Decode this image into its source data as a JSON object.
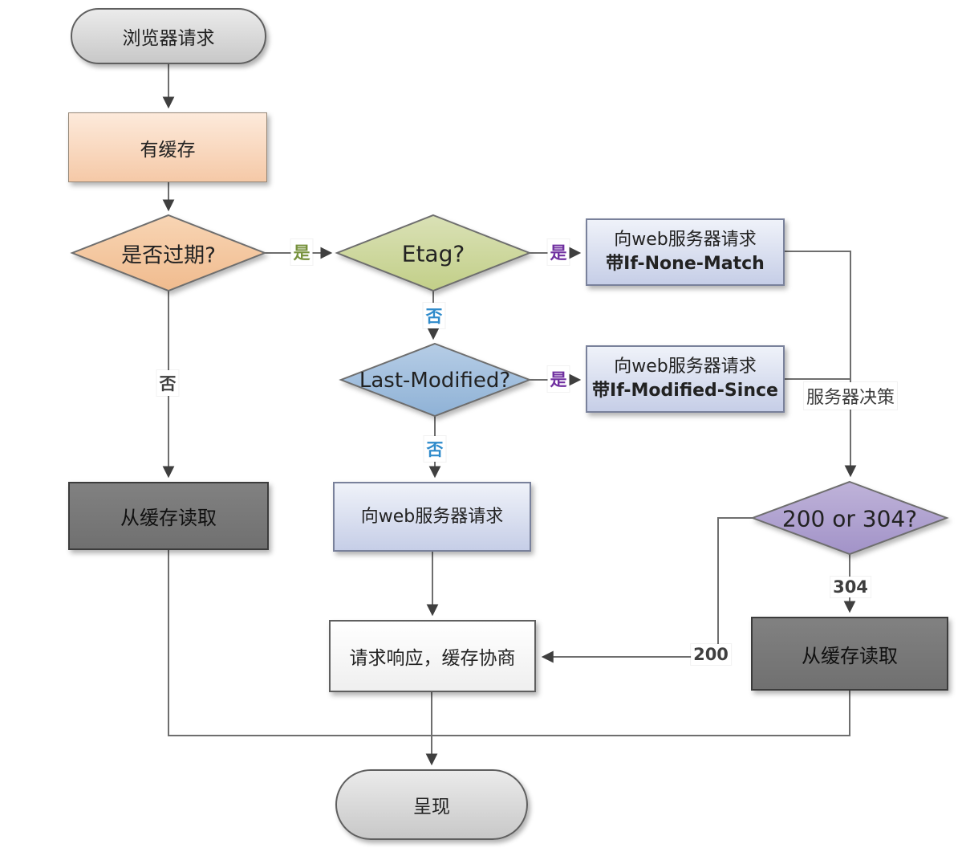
{
  "diagram": {
    "nodes": {
      "start": {
        "label": "浏览器请求"
      },
      "has_cache": {
        "label": "有缓存"
      },
      "expired": {
        "label": "是否过期?"
      },
      "etag": {
        "label": "Etag?"
      },
      "req_if_none_match": {
        "line1": "向web服务器请求",
        "line2": "带If-None-Match"
      },
      "last_modified": {
        "label": "Last-Modified?"
      },
      "req_if_modified_since": {
        "line1": "向web服务器请求",
        "line2": "带If-Modified-Since"
      },
      "read_cache_left": {
        "label": "从缓存读取"
      },
      "req_web_server": {
        "label": "向web服务器请求"
      },
      "status_decision": {
        "label": "200 or 304?"
      },
      "read_cache_right": {
        "label": "从缓存读取"
      },
      "response_negotiation": {
        "label": "请求响应，缓存协商"
      },
      "render": {
        "label": "呈现"
      }
    },
    "edge_labels": {
      "expired_yes": "是",
      "expired_no": "否",
      "etag_yes": "是",
      "etag_no": "否",
      "last_modified_yes": "是",
      "last_modified_no": "否",
      "server_decision": "服务器决策",
      "code_304": "304",
      "code_200": "200"
    },
    "colors": {
      "start_fill": "#d6d6d6",
      "peach_fill": "#f5c9a7",
      "expired_diamond": "#f3c49c",
      "etag_diamond": "#ccd69d",
      "last_modified_diamond": "#a3c0de",
      "status_diamond": "#b1a3d0",
      "request_box_fill": "#d3daec",
      "dark_box_fill": "#787878",
      "white_box_fill": "#fafafa",
      "line": "#6e6e6e",
      "arrow": "#3f3f3f",
      "yes_green": "#77923d",
      "yes_purple": "#7030a0",
      "no_blue": "#2f8bcb",
      "no_dark": "#3f3f3f"
    }
  }
}
